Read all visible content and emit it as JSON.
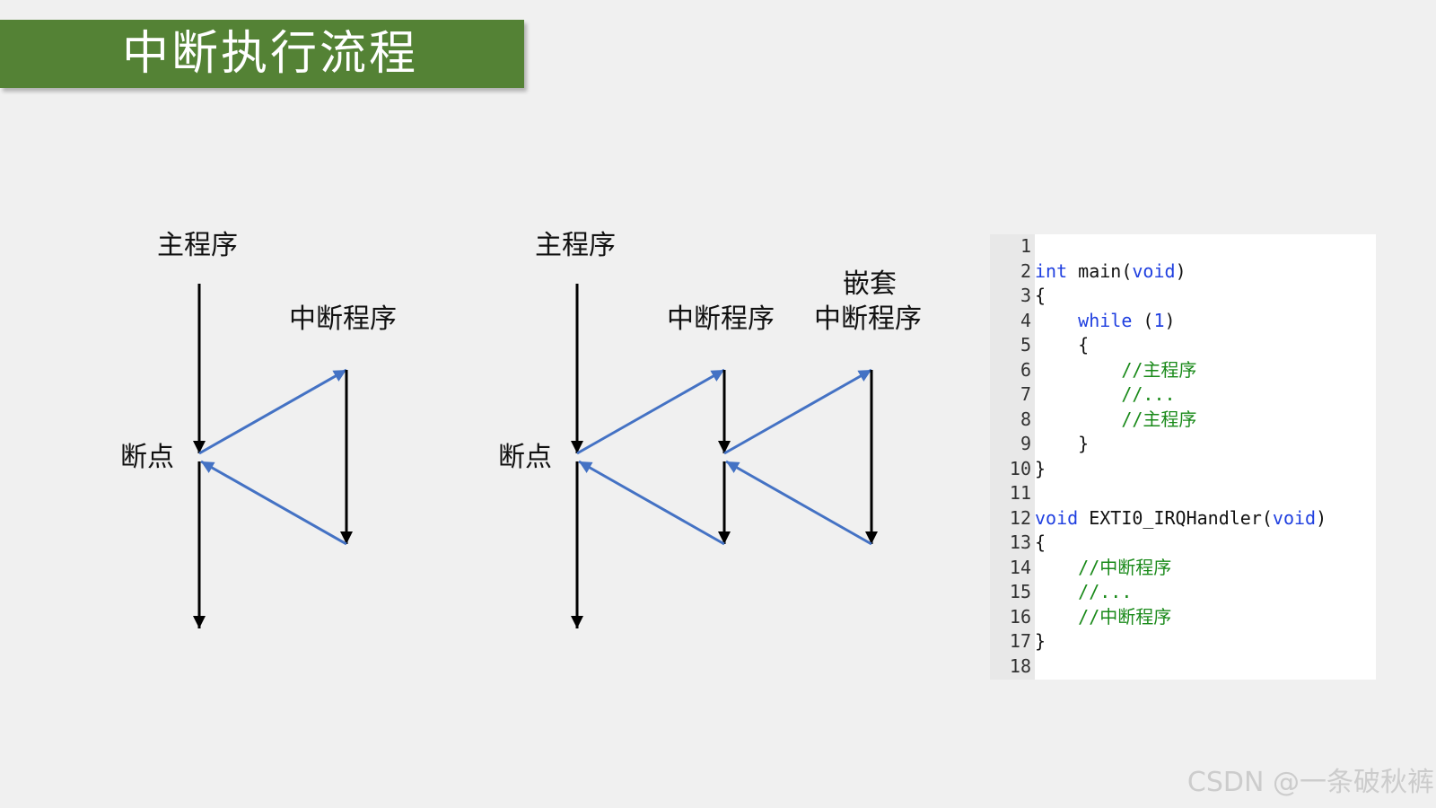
{
  "title": "中断执行流程",
  "diagram_left": {
    "main_label": "主程序",
    "isr_label": "中断程序",
    "breakpoint_label": "断点"
  },
  "diagram_right": {
    "main_label": "主程序",
    "isr_label": "中断程序",
    "nested_label_line1": "嵌套",
    "nested_label_line2": "中断程序",
    "breakpoint_label": "断点"
  },
  "code": {
    "lines": [
      {
        "num": "1",
        "segments": []
      },
      {
        "num": "2",
        "segments": [
          {
            "t": "int",
            "c": "kw"
          },
          {
            "t": " main",
            "c": "code-text"
          },
          {
            "t": "(",
            "c": "code-text"
          },
          {
            "t": "void",
            "c": "kw"
          },
          {
            "t": ")",
            "c": "code-text"
          }
        ]
      },
      {
        "num": "3",
        "segments": [
          {
            "t": "{",
            "c": "code-text"
          }
        ]
      },
      {
        "num": "4",
        "segments": [
          {
            "t": "    ",
            "c": "code-text"
          },
          {
            "t": "while",
            "c": "kw"
          },
          {
            "t": " (",
            "c": "code-text"
          },
          {
            "t": "1",
            "c": "num"
          },
          {
            "t": ")",
            "c": "code-text"
          }
        ]
      },
      {
        "num": "5",
        "segments": [
          {
            "t": "    {",
            "c": "code-text"
          }
        ]
      },
      {
        "num": "6",
        "segments": [
          {
            "t": "        ",
            "c": "code-text"
          },
          {
            "t": "//主程序",
            "c": "cm"
          }
        ]
      },
      {
        "num": "7",
        "segments": [
          {
            "t": "        ",
            "c": "code-text"
          },
          {
            "t": "//...",
            "c": "cm"
          }
        ]
      },
      {
        "num": "8",
        "segments": [
          {
            "t": "        ",
            "c": "code-text"
          },
          {
            "t": "//主程序",
            "c": "cm"
          }
        ]
      },
      {
        "num": "9",
        "segments": [
          {
            "t": "    }",
            "c": "code-text"
          }
        ]
      },
      {
        "num": "10",
        "segments": [
          {
            "t": "}",
            "c": "code-text"
          }
        ]
      },
      {
        "num": "11",
        "segments": []
      },
      {
        "num": "12",
        "segments": [
          {
            "t": "void",
            "c": "kw"
          },
          {
            "t": " EXTI0_IRQHandler",
            "c": "code-text"
          },
          {
            "t": "(",
            "c": "code-text"
          },
          {
            "t": "void",
            "c": "kw"
          },
          {
            "t": ")",
            "c": "code-text"
          }
        ]
      },
      {
        "num": "13",
        "segments": [
          {
            "t": "{",
            "c": "code-text"
          }
        ]
      },
      {
        "num": "14",
        "segments": [
          {
            "t": "    ",
            "c": "code-text"
          },
          {
            "t": "//中断程序",
            "c": "cm"
          }
        ]
      },
      {
        "num": "15",
        "segments": [
          {
            "t": "    ",
            "c": "code-text"
          },
          {
            "t": "//...",
            "c": "cm"
          }
        ]
      },
      {
        "num": "16",
        "segments": [
          {
            "t": "    ",
            "c": "code-text"
          },
          {
            "t": "//中断程序",
            "c": "cm"
          }
        ]
      },
      {
        "num": "17",
        "segments": [
          {
            "t": "}",
            "c": "code-text"
          }
        ]
      },
      {
        "num": "18",
        "segments": []
      }
    ]
  },
  "watermark": "CSDN @一条破秋裤",
  "colors": {
    "title_bg": "#548235",
    "arrow_black": "#000000",
    "arrow_blue": "#4472c4",
    "keyword": "#1f3fe0",
    "comment": "#1a8a1a"
  }
}
